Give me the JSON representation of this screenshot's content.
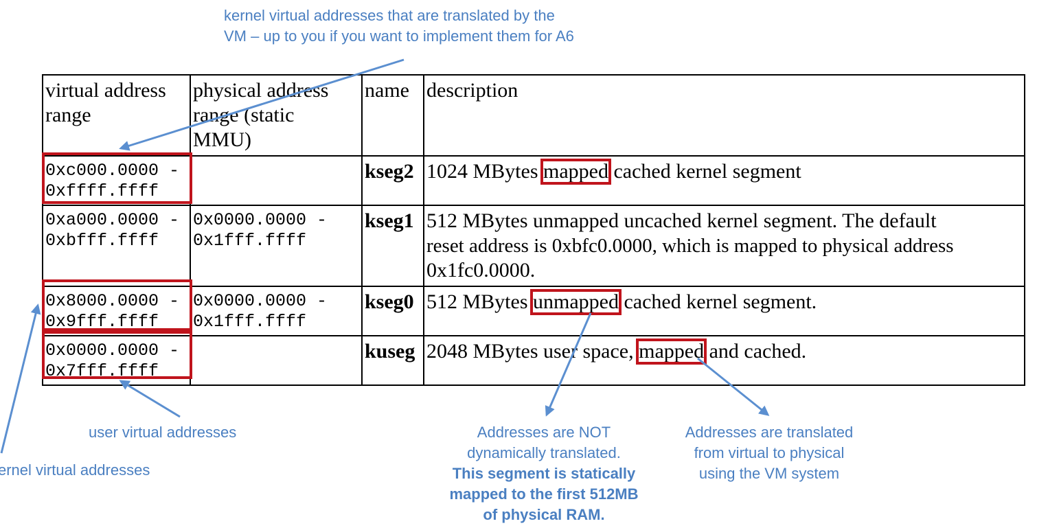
{
  "top_annotation": {
    "line1": "kernel virtual addresses that are translated by the",
    "line2": "VM – up to you if you want to implement them for A6"
  },
  "table": {
    "headers": {
      "virtual": [
        "virtual address",
        "range"
      ],
      "physical": [
        "physical address",
        "range (static",
        "MMU)"
      ],
      "name": "name",
      "description": "description"
    },
    "rows": [
      {
        "virtual": [
          "0xc000.0000 -",
          "0xffff.ffff"
        ],
        "physical": [],
        "name": "kseg2",
        "desc_pre": "1024 MBytes ",
        "desc_hl": "mapped",
        "desc_post": " cached kernel segment",
        "desc_lines": []
      },
      {
        "virtual": [
          "0xa000.0000 -",
          "0xbfff.ffff"
        ],
        "physical": [
          "0x0000.0000 -",
          "0x1fff.ffff"
        ],
        "name": "kseg1",
        "desc_lines": [
          "512 MBytes unmapped uncached kernel segment. The default",
          "reset address is 0xbfc0.0000, which is mapped to physical address",
          "0x1fc0.0000."
        ]
      },
      {
        "virtual": [
          "0x8000.0000 -",
          "0x9fff.ffff"
        ],
        "physical": [
          "0x0000.0000 -",
          "0x1fff.ffff"
        ],
        "name": "kseg0",
        "desc_pre": "512 MBytes ",
        "desc_hl": "unmapped",
        "desc_post": " cached kernel segment."
      },
      {
        "virtual": [
          "0x0000.0000 -",
          "0x7fff.ffff"
        ],
        "physical": [],
        "name": "kuseg",
        "desc_pre": "2048 MBytes user space, ",
        "desc_hl": "mapped",
        "desc_post": " and cached."
      }
    ]
  },
  "annotations": {
    "user_virtual": "user virtual addresses",
    "kernel_virtual": "kernel virtual addresses",
    "not_translated": {
      "line1": "Addresses are NOT",
      "line2": "dynamically translated.",
      "bold1": "This segment is statically",
      "bold2": "mapped to the first 512MB",
      "bold3": "of physical RAM."
    },
    "translated": {
      "line1": "Addresses are translated",
      "line2": "from virtual to physical",
      "line3": "using the VM system"
    }
  },
  "colors": {
    "annotation_blue": "#4a7fc1",
    "highlight_red": "#c0141c"
  }
}
